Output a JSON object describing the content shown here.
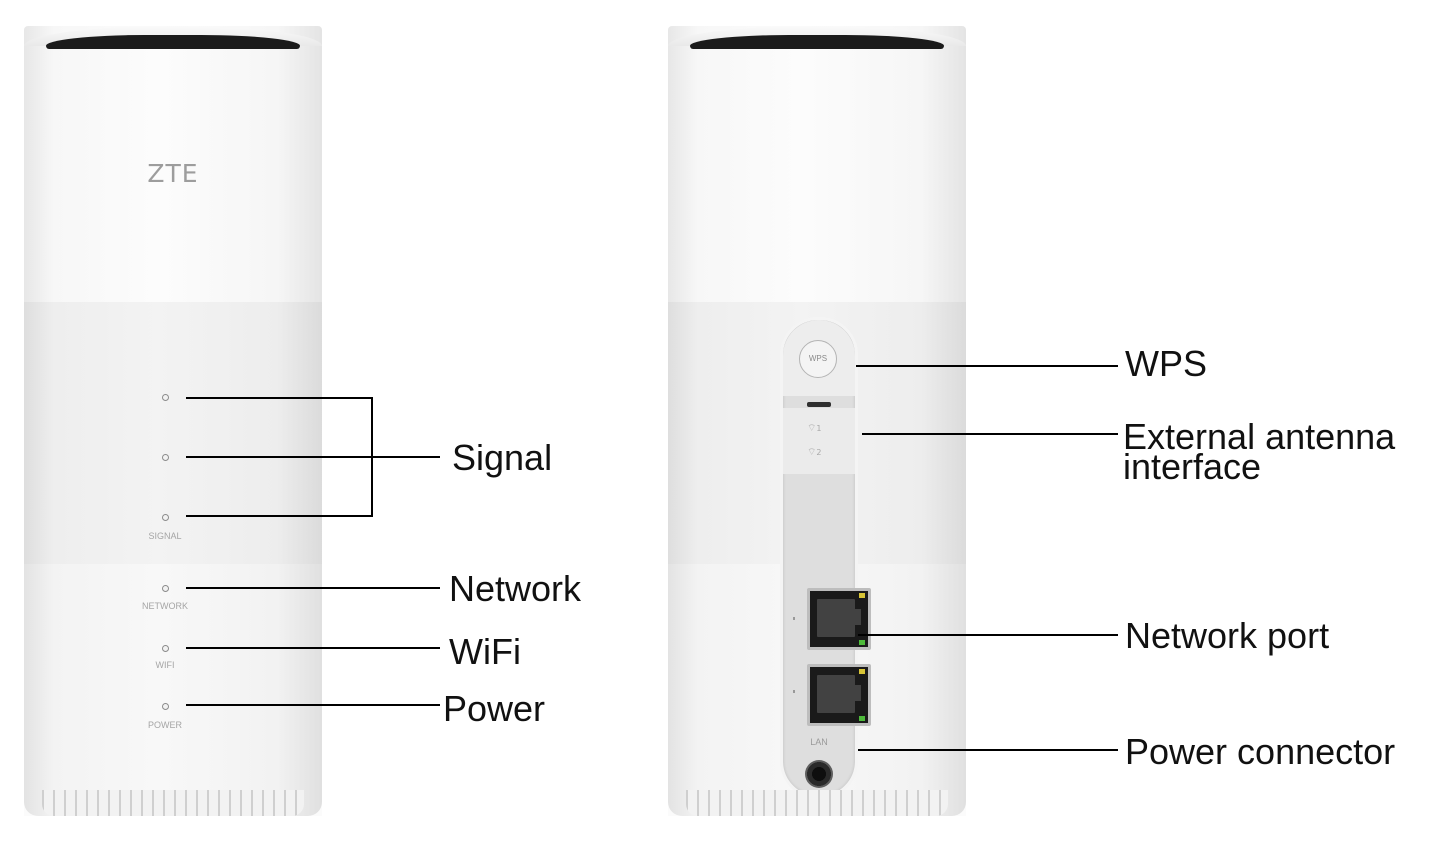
{
  "front": {
    "logo": "ZTE",
    "led_labels": {
      "signal": "SIGNAL",
      "network": "NETWORK",
      "wifi": "WIFI",
      "power": "POWER"
    }
  },
  "back": {
    "wps_button": "WPS",
    "antenna_marks": [
      "1",
      "2"
    ],
    "lan_label": "LAN"
  },
  "callouts": {
    "signal": "Signal",
    "network": "Network",
    "wifi": "WiFi",
    "power": "Power",
    "wps": "WPS",
    "external_antenna_line1": "External antenna",
    "external_antenna_line2": "interface",
    "network_port": "Network port",
    "power_connector": "Power connector"
  }
}
